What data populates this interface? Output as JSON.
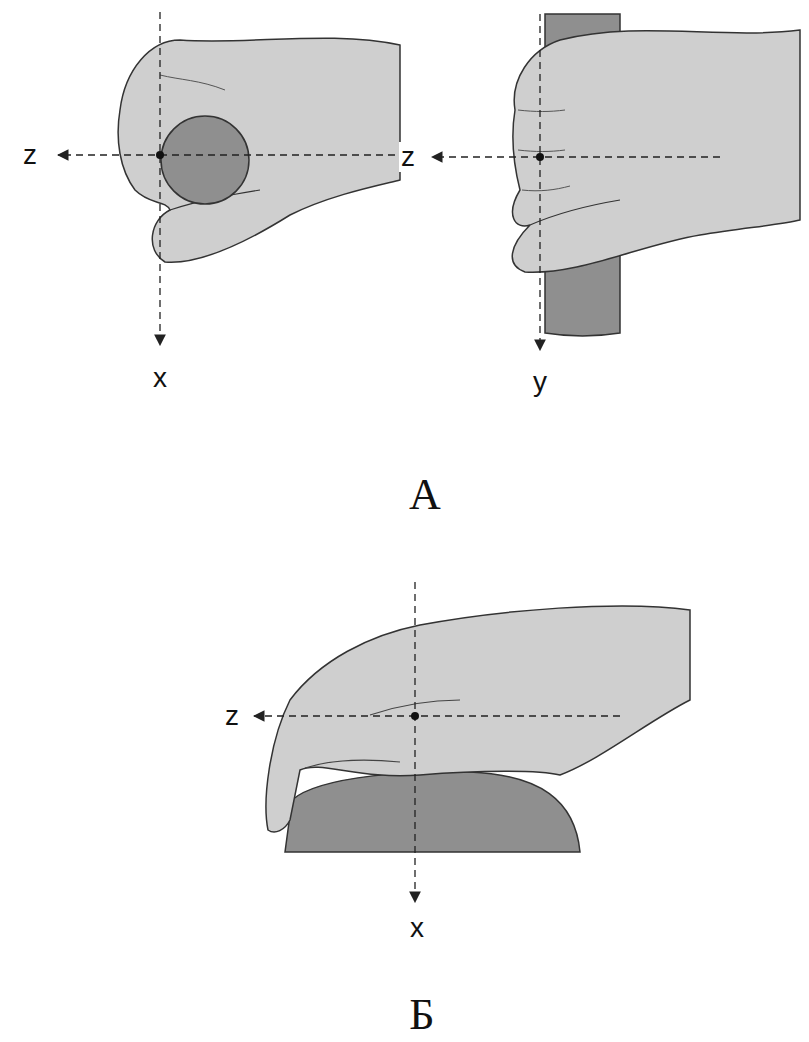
{
  "diagram": {
    "labels": [
      "z",
      "x",
      "z",
      "y",
      "А",
      "z",
      "x",
      "Б"
    ]
  }
}
